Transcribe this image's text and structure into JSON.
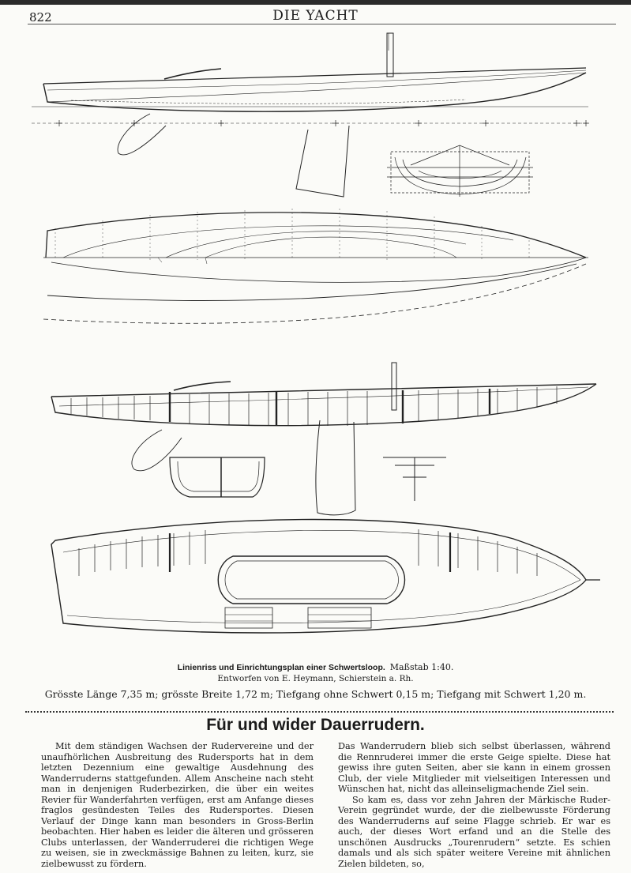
{
  "header": {
    "page_number": "822",
    "journal_title": "DIE YACHT"
  },
  "figure": {
    "caption_title": "Linienriss und Einrichtungsplan einer Schwertsloop.",
    "caption_scale": "Maßstab 1:40.",
    "caption_designer": "Entworfen von E. Heymann, Schierstein a. Rh.",
    "caption_dimensions": "Grösste Länge 7,35 m; grösste Breite 1,72 m; Tiefgang ohne Schwert 0,15 m; Tiefgang mit Schwert 1,20 m."
  },
  "article": {
    "title": "Für und wider Dauerrudern.",
    "left_column": [
      "Mit dem ständigen Wachsen der Rudervereine und der unaufhörlichen Ausbreitung des Rudersports hat in dem letzten Dezennium eine gewaltige Ausdehnung des Wanderruderns stattgefunden. Allem Anscheine nach steht man in denjenigen Ruderbezirken, die über ein weites Revier für Wanderfahrten verfügen, erst am Anfange dieses fraglos gesündesten Teiles des Rudersportes. Diesen Verlauf der Dinge kann man besonders in Gross-Berlin beobachten. Hier haben es leider die älteren und grösseren Clubs unterlassen, der Wanderruderei die richtigen Wege zu weisen, sie in zweckmässige Bahnen zu leiten, kurz, sie zielbewusst zu fördern."
    ],
    "right_column": [
      "Das Wanderrudern blieb sich selbst überlassen, während die Rennruderei immer die erste Geige spielte. Diese hat gewiss ihre guten Seiten, aber sie kann in einem grossen Club, der viele Mitglieder mit vielseitigen Interessen und Wünschen hat, nicht das alleinseligmachende Ziel sein.",
      "So kam es, dass vor zehn Jahren der Märkische Ruder-Verein gegründet wurde, der die zielbewusste Förderung des Wanderruderns auf seine Flagge schrieb. Er war es auch, der dieses Wort erfand und an die Stelle des unschönen Ausdrucks „Tourenrudern“ setzte. Es schien damals und als sich später weitere Vereine mit ähnlichen Zielen bildeten, so,"
    ]
  }
}
